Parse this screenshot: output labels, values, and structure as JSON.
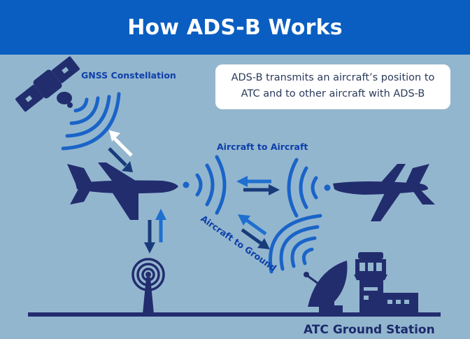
{
  "title": "How ADS-B Works",
  "info": {
    "line1": "ADS-B transmits an aircraft’s position to",
    "line2": "ATC and to other aircraft with ADS-B"
  },
  "labels": {
    "gnss": "GNSS Constellation",
    "air_to_air": "Aircraft to Aircraft",
    "air_to_ground": "Aircraft to Ground",
    "atc": "ATC Ground Station"
  },
  "colors": {
    "header": "#0a5ec1",
    "background": "#93b6cf",
    "navy": "#222d6e",
    "signal_blue": "#1a64c8",
    "arrow_dark": "#183c7a",
    "arrow_light": "#1e6fd0"
  },
  "icons": [
    "satellite-icon",
    "airplane-icon",
    "airplane-icon",
    "radio-tower-icon",
    "radar-dish-icon",
    "control-tower-icon"
  ]
}
